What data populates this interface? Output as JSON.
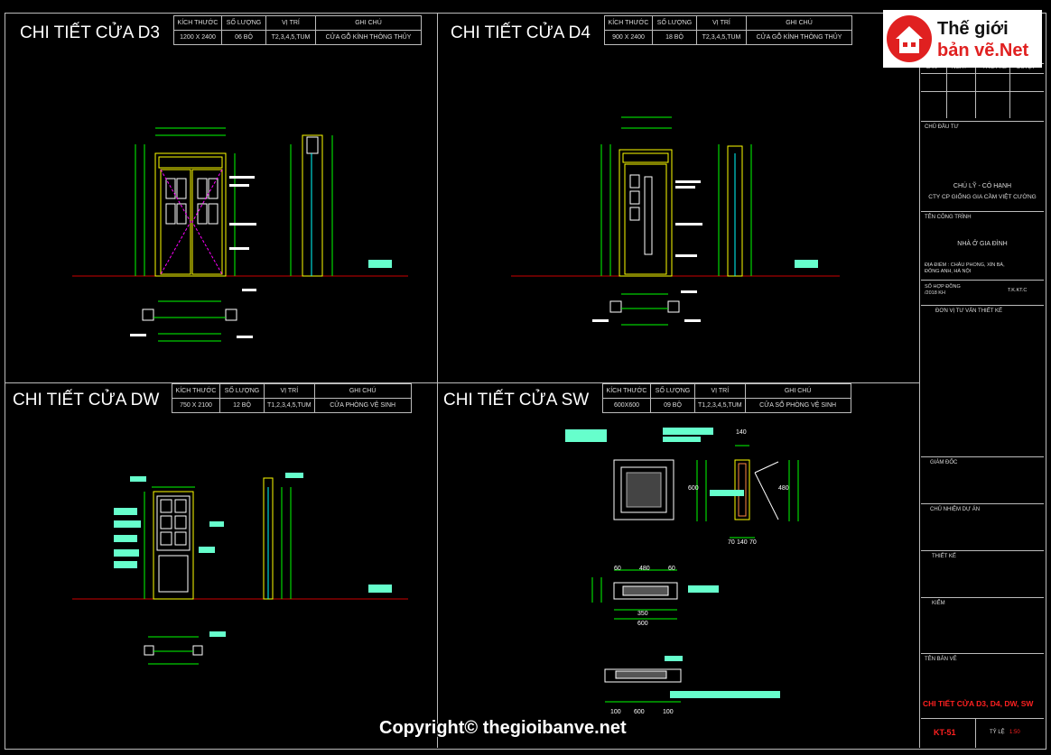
{
  "sections": {
    "d3": {
      "title": "CHI TIẾT CỬA D3",
      "h_size": "KÍCH THƯỚC",
      "h_qty": "SỐ LƯỢNG",
      "h_pos": "VỊ TRÍ",
      "h_note": "GHI CHÚ",
      "size": "1200 X 2400",
      "qty": "06 BỘ",
      "pos": "T2,3,4,5,TUM",
      "note": "CỬA GỖ KÍNH THÔNG THỦY"
    },
    "d4": {
      "title": "CHI TIẾT CỬA D4",
      "h_size": "KÍCH THƯỚC",
      "h_qty": "SỐ LƯỢNG",
      "h_pos": "VỊ TRÍ",
      "h_note": "GHI CHÚ",
      "size": "900 X 2400",
      "qty": "18 BỘ",
      "pos": "T2,3,4,5,TUM",
      "note": "CỬA GỖ KÍNH THÔNG THỦY"
    },
    "dw": {
      "title": "CHI TIẾT CỬA DW",
      "h_size": "KÍCH THƯỚC",
      "h_qty": "SỐ LƯỢNG",
      "h_pos": "VỊ TRÍ",
      "h_note": "GHI CHÚ",
      "size": "750 X 2100",
      "qty": "12 BỘ",
      "pos": "T1,2,3,4,5,TUM",
      "note": "CỬA PHÒNG VỆ SINH"
    },
    "sw": {
      "title": "CHI TIẾT CỬA SW",
      "h_size": "KÍCH THƯỚC",
      "h_qty": "SỐ LƯỢNG",
      "h_pos": "VỊ TRÍ",
      "h_note": "GHI CHÚ",
      "size": "600X600",
      "qty": "09 BỘ",
      "pos": "T1,2,3,4,5,TUM",
      "note": "CỬA SỔ PHÒNG VỆ SINH"
    }
  },
  "sw_dims": {
    "top": "140",
    "h1": "600",
    "h2": "480",
    "w1": "60",
    "w2": "480",
    "w3": "60",
    "w_total": "600",
    "inner": "350",
    "d1": "70",
    "d2": "140",
    "d3": "70",
    "b1": "100",
    "b2": "600",
    "b3": "100"
  },
  "title_block": {
    "rev_lan": "LẦN",
    "rev_ngay": "NGÀY",
    "rev_thietke": "THIẾT KẾ",
    "rev_duyet": "DUYỆT",
    "owner_label": "CHỦ ĐẦU TƯ",
    "owner_line1": "CHÚ LỸ - CÔ HẠNH",
    "owner_line2": "CTY CP GIỐNG GIA CẦM VIỆT CƯỜNG",
    "project_label": "TÊN CÔNG TRÌNH",
    "project_name": "NHÀ Ở GIA ĐÌNH",
    "address": "ĐỊA ĐIỂM : CHÂU PHONG, XÍN BÀ, ĐÔNG ANH, HÀ NỘI",
    "contract": "SỐ HỢP ĐỒNG /2018 KH",
    "contract_code": "T.K.KT.C",
    "consultant": "ĐƠN VỊ TƯ VẤN THIẾT KẾ",
    "director": "GIÁM ĐỐC",
    "pm": "CHỦ NHIỆM DỰ ÁN",
    "designer": "THIẾT KẾ",
    "checker": "KIỂM",
    "sheet_label": "TÊN BẢN VẼ",
    "sheet_name": "CHI TIẾT CỬA D3, D4, DW, SW",
    "sheet_code": "KT-51",
    "scale_label": "TỶ LỆ",
    "scale": "1:50"
  },
  "logo": {
    "line1": "Thế giới",
    "line2": "bản vẽ.Net"
  },
  "copyright": "Copyright© thegioibanve.net",
  "colors": {
    "accent": "#66ffcc",
    "cyan": "#00ffff",
    "yellow": "#ffff00",
    "magenta": "#ff00ff",
    "red": "#ff2020",
    "ground": "#cc0000"
  }
}
